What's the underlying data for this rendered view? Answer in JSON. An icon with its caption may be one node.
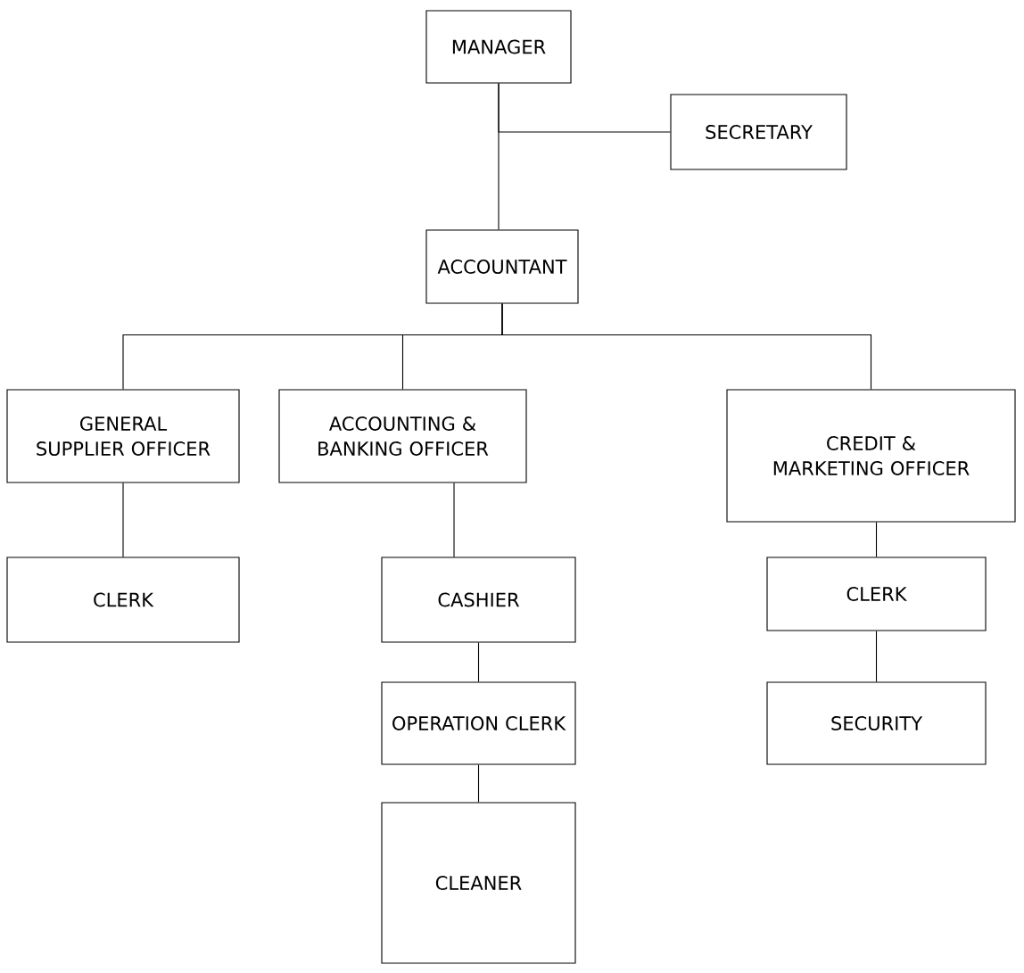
{
  "diagram": {
    "nodes": [
      {
        "text": [
          "MANAGER"
        ]
      },
      {
        "text": [
          "SECRETARY"
        ]
      },
      {
        "text": [
          "ACCOUNTANT"
        ]
      },
      {
        "text": [
          "GENERAL SUPPLIER OFFICER"
        ]
      },
      {
        "text": [
          "ACCOUNTING & BANKING OFFICER"
        ]
      },
      {
        "text": [
          "CREDIT & MARKETING OFFICER"
        ]
      },
      {
        "text": [
          "CLERK"
        ]
      },
      {
        "text": [
          "CASHIER"
        ]
      },
      {
        "text": [
          "CLERK"
        ]
      },
      {
        "text": [
          "OPERATION CLERK"
        ]
      },
      {
        "text": [
          "SECURITY"
        ]
      },
      {
        "text": [
          "CLEANER"
        ]
      }
    ],
    "edges": [
      {
        "from": 0,
        "to": 1,
        "arrow": "none"
      },
      {
        "from": 0,
        "to": 2,
        "arrow": "none"
      },
      {
        "from": 2,
        "to": 3,
        "arrow": "none"
      },
      {
        "from": 2,
        "to": 4,
        "arrow": "none"
      },
      {
        "from": 2,
        "to": 5,
        "arrow": "none"
      },
      {
        "from": 3,
        "to": 6,
        "arrow": "none"
      },
      {
        "from": 4,
        "to": 7,
        "arrow": "none"
      },
      {
        "from": 5,
        "to": 8,
        "arrow": "none"
      },
      {
        "from": 7,
        "to": 9,
        "arrow": "none"
      },
      {
        "from": 8,
        "to": 10,
        "arrow": "none"
      },
      {
        "from": 9,
        "to": 11,
        "arrow": "none"
      }
    ]
  }
}
